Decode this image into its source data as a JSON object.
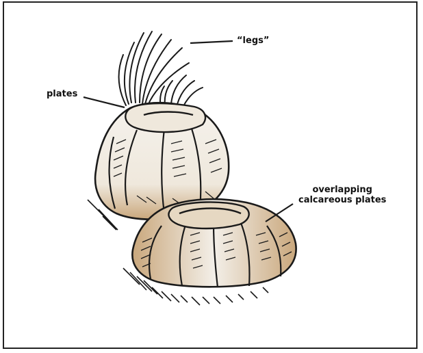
{
  "labels": {
    "legs": "“legs”",
    "plates": "plates",
    "overlapping_line1": "overlapping",
    "overlapping_line2": "calcareous plates"
  },
  "colors": {
    "outline": "#1a1a1a",
    "shell_light": "#f4f1ec",
    "shell_tan": "#c9a77c",
    "shell_brown": "#8a6a45"
  }
}
